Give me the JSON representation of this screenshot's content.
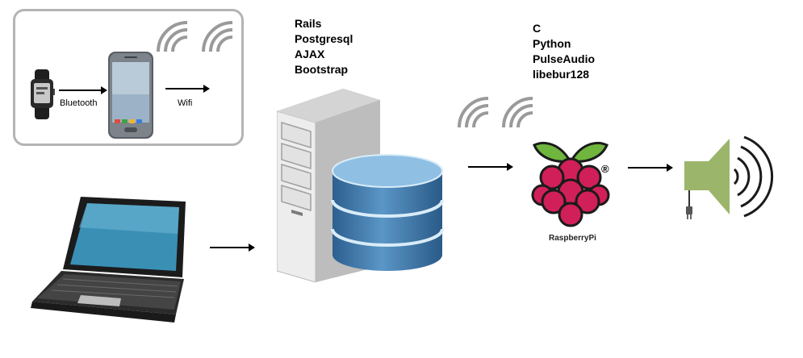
{
  "devices_box": {
    "bluetooth_label": "Bluetooth",
    "wifi_label": "Wifi"
  },
  "server": {
    "tech_stack": [
      "Rails",
      "Postgresql",
      "AJAX",
      "Bootstrap"
    ]
  },
  "raspberry_pi": {
    "tech_stack": [
      "C",
      "Python",
      "PulseAudio",
      "libebur128"
    ],
    "logo_text": "RaspberryPi",
    "registered_mark": "®"
  },
  "colors": {
    "box_border": "#b4b4b4",
    "laptop_screen": "#3a8fb5",
    "database": "#4a86b8",
    "raspberry": "#d11f59",
    "raspberry_leaf": "#6fb53e",
    "speaker": "#9bb56a"
  }
}
